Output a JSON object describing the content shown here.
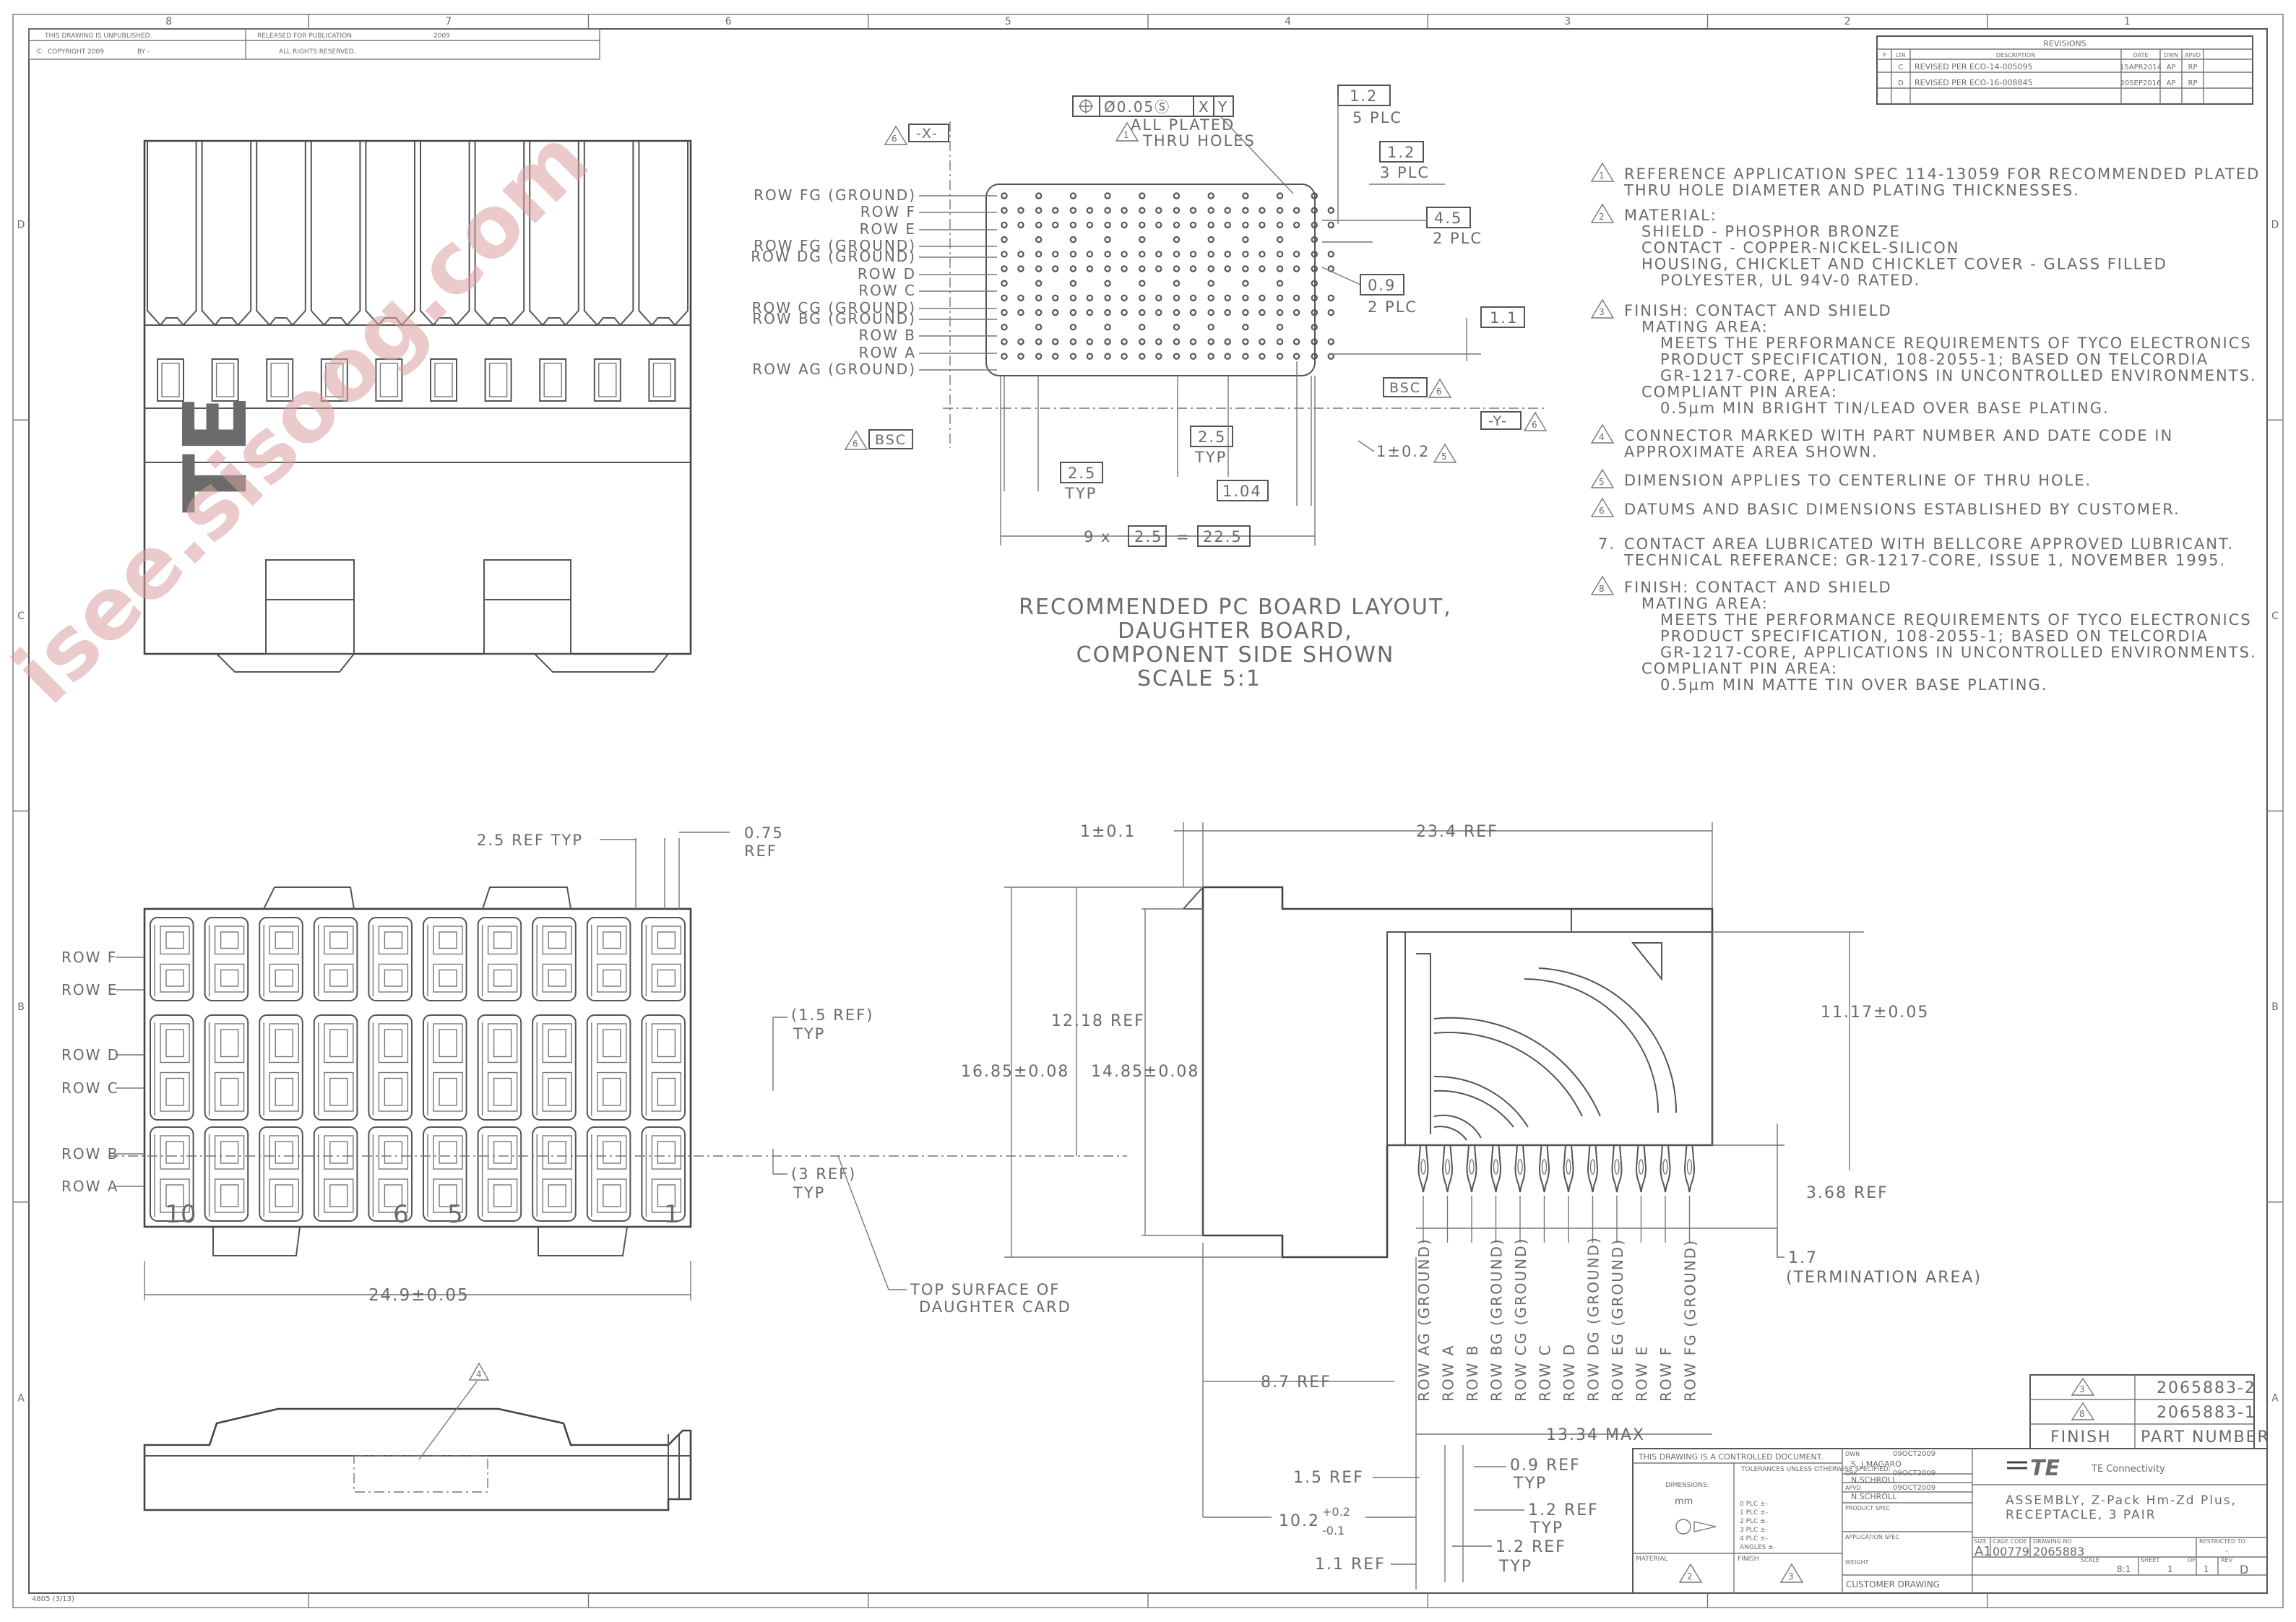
{
  "sheet": {
    "zone_cols": [
      "8",
      "7",
      "6",
      "5",
      "4",
      "3",
      "2",
      "1"
    ],
    "zone_rows": [
      "D",
      "C",
      "B",
      "A"
    ],
    "form_no": "4805 (3/13)",
    "corner_unpublished": "THIS DRAWING IS UNPUBLISHED.",
    "corner_copyright": "COPYRIGHT 2009",
    "corner_by": "BY -",
    "corner_released": "RELEASED FOR PUBLICATION",
    "corner_year": "2009",
    "corner_rights": "ALL RIGHTS RESERVED.",
    "watermark": "isee.sisoog.com"
  },
  "revisions": {
    "title": "REVISIONS",
    "headers": [
      "P",
      "LTR",
      "DESCRIPTION",
      "DATE",
      "DWN",
      "APVD"
    ],
    "rows": [
      [
        "",
        "C",
        "REVISED PER ECO-14-005095",
        "15APR2014",
        "AP",
        "RP"
      ],
      [
        "",
        "D",
        "REVISED PER ECO-16-008845",
        "20SEP2016",
        "AP",
        "RP"
      ]
    ]
  },
  "notes": [
    {
      "num": "1",
      "lines": [
        "REFERENCE APPLICATION SPEC 114-13059 FOR RECOMMENDED PLATED",
        "THRU HOLE DIAMETER AND PLATING THICKNESSES."
      ]
    },
    {
      "num": "2",
      "lines": [
        "MATERIAL:",
        "SHIELD - PHOSPHOR BRONZE",
        "CONTACT - COPPER-NICKEL-SILICON",
        "HOUSING, CHICKLET AND CHICKLET COVER - GLASS FILLED",
        "POLYESTER, UL 94V-0 RATED."
      ]
    },
    {
      "num": "3",
      "lines": [
        "FINISH: CONTACT AND SHIELD",
        "MATING AREA:",
        "MEETS THE PERFORMANCE REQUIREMENTS OF TYCO ELECTRONICS",
        "PRODUCT SPECIFICATION, 108-2055-1; BASED ON TELCORDIA",
        "GR-1217-CORE, APPLICATIONS IN UNCONTROLLED ENVIRONMENTS.",
        "COMPLIANT PIN AREA:",
        "0.5µm MIN BRIGHT TIN/LEAD OVER BASE PLATING."
      ]
    },
    {
      "num": "4",
      "lines": [
        "CONNECTOR MARKED WITH PART NUMBER AND DATE CODE IN",
        "APPROXIMATE AREA SHOWN."
      ]
    },
    {
      "num": "5",
      "lines": [
        "DIMENSION APPLIES TO CENTERLINE OF THRU HOLE."
      ]
    },
    {
      "num": "6",
      "lines": [
        "DATUMS AND BASIC DIMENSIONS ESTABLISHED BY CUSTOMER."
      ]
    },
    {
      "num": "7.",
      "lines": [
        "CONTACT AREA LUBRICATED WITH BELLCORE APPROVED LUBRICANT.",
        "TECHNICAL REFERANCE: GR-1217-CORE, ISSUE 1, NOVEMBER 1995."
      ]
    },
    {
      "num": "8",
      "lines": [
        "FINISH: CONTACT AND SHIELD",
        "MATING AREA:",
        "MEETS THE PERFORMANCE REQUIREMENTS OF TYCO ELECTRONICS",
        "PRODUCT SPECIFICATION, 108-2055-1; BASED ON TELCORDIA",
        "GR-1217-CORE, APPLICATIONS IN UNCONTROLLED ENVIRONMENTS.",
        "COMPLIANT PIN AREA:",
        "0.5µm MIN MATTE TIN OVER BASE PLATING."
      ]
    }
  ],
  "board_layout": {
    "title_lines": [
      "RECOMMENDED PC BOARD LAYOUT,",
      "DAUGHTER BOARD,",
      "COMPONENT SIDE SHOWN",
      "SCALE  5:1"
    ],
    "row_labels": [
      "ROW FG (GROUND)",
      "ROW F",
      "ROW E",
      "ROW FG (GROUND)",
      "ROW DG (GROUND)",
      "ROW D",
      "ROW C",
      "ROW CG (GROUND)",
      "ROW BG (GROUND)",
      "ROW B",
      "ROW A",
      "ROW AG (GROUND)"
    ],
    "fcf": {
      "tol": "Ø0.05Ⓢ",
      "d1": "X",
      "d2": "Y"
    },
    "holes_note": [
      "ALL PLATED",
      "THRU HOLES"
    ],
    "datum_x": "-X-",
    "datum_y": "-Y-",
    "bsc": "BSC",
    "dims": {
      "d12a": "1.2",
      "d12a_n": "5 PLC",
      "d12b": "1.2",
      "d12b_n": "3 PLC",
      "d45": "4.5",
      "d45_n": "2 PLC",
      "d09": "0.9",
      "d09_n": "2 PLC",
      "d11": "1.1",
      "d25a": "2.5",
      "d25a_n": "TYP",
      "d25b": "2.5",
      "d25b_n": "TYP",
      "d104": "1.04",
      "pm02": "1±0.2",
      "pitch_count": "9  x",
      "pitch": "2.5",
      "eq": "=",
      "pitch_total": "22.5"
    }
  },
  "front_view": {
    "row_labels": [
      "ROW F",
      "ROW E",
      "ROW D",
      "ROW C",
      "ROW B",
      "ROW A"
    ],
    "col_labels": [
      "10",
      "6",
      "5",
      "1"
    ],
    "dims": {
      "ref25": "2.5 REF TYP",
      "ref075": "0.75",
      "ref075b": "REF",
      "ref15": "(1.5 REF)",
      "ref15b": "TYP",
      "ref3": "(3 REF)",
      "ref3b": "TYP",
      "width": "24.9±0.05",
      "surface": [
        "TOP SURFACE OF",
        "DAUGHTER CARD"
      ]
    }
  },
  "side_view": {
    "pin_labels": [
      "ROW AG (GROUND)",
      "ROW A",
      "ROW B",
      "ROW BG (GROUND)",
      "ROW CG (GROUND)",
      "ROW C",
      "ROW D",
      "ROW DG (GROUND)",
      "ROW EG (GROUND)",
      "ROW E",
      "ROW F",
      "ROW FG (GROUND)"
    ],
    "dims": {
      "d1": "1±0.1",
      "d234": "23.4 REF",
      "d1218": "12.18 REF",
      "d1685": "16.85±0.08",
      "d1485": "14.85±0.08",
      "d1117": "11.17±0.05",
      "d368": "3.68 REF",
      "d17": "1.7",
      "term": "(TERMINATION AREA)",
      "d87": "8.7 REF",
      "d1334": "13.34 MAX",
      "d15": "1.5 REF",
      "d09": "0.9 REF",
      "d09b": "TYP",
      "d102": "10.2",
      "d102p": "+0.2",
      "d102m": "-0.1",
      "d12a": "1.2 REF",
      "d12a_n": "TYP",
      "d12b": "1.2 REF",
      "d12b_n": "TYP",
      "d11": "1.1 REF"
    }
  },
  "part_table": {
    "rows": [
      [
        "3",
        "2065883-2"
      ],
      [
        "8",
        "2065883-1"
      ]
    ],
    "headers": [
      "FINISH",
      "PART NUMBER"
    ]
  },
  "title_block": {
    "controlled": "THIS DRAWING IS A CONTROLLED DOCUMENT.",
    "dimensions": "DIMENSIONS:",
    "units": "mm",
    "tolerances": "TOLERANCES UNLESS OTHERWISE SPECIFIED:",
    "plc": [
      "0 PLC  ±-",
      "1 PLC  ±-",
      "2 PLC  ±-",
      "3 PLC  ±-",
      "4 PLC  ±-",
      "ANGLES  ±-"
    ],
    "material": "MATERIAL",
    "finish": "FINISH",
    "mat_mark": "2",
    "fin_mark": "3",
    "dwn": "DWN",
    "dwn_name": "S. J.MAGARO",
    "dwn_date": "09OCT2009",
    "chk": "CHK",
    "chk_name": "N.SCHROLL",
    "chk_date": "09OCT2009",
    "apvd": "APVD",
    "apvd_name": "N.SCHROLL",
    "apvd_date": "09OCT2009",
    "product_spec": "PRODUCT SPEC",
    "application_spec": "APPLICATION SPEC",
    "weight": "WEIGHT",
    "customer": "CUSTOMER DRAWING",
    "logo": "TE",
    "company": "TE Connectivity",
    "title_lines": [
      "ASSEMBLY, Z-Pack Hm-Zd Plus,",
      "RECEPTACLE, 3 PAIR"
    ],
    "size_lbl": "SIZE",
    "size": "A1",
    "cage_lbl": "CAGE CODE",
    "cage": "00779",
    "dwg_lbl": "DRAWING NO",
    "dwg": "2065883",
    "restricted": "RESTRICTED TO",
    "restricted_val": "-",
    "scale_lbl": "SCALE",
    "scale": "8:1",
    "sheet_lbl": "SHEET",
    "sheet": "1",
    "of": "OF",
    "of_val": "1",
    "rev_lbl": "REV",
    "rev": "D"
  },
  "top_view": {
    "note_mark": "4"
  }
}
